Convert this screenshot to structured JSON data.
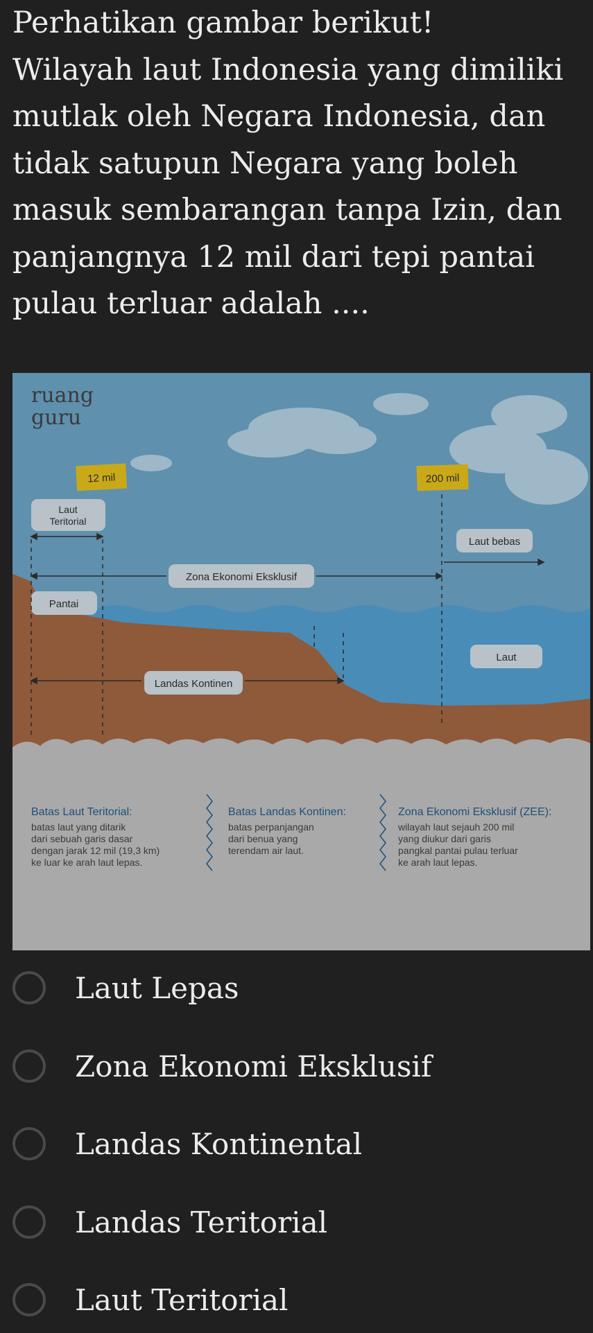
{
  "question": {
    "line1": "Perhatikan gambar berikut!",
    "body_lines": [
      "Wilayah laut Indonesia yang dimiliki",
      "mutlak oleh Negara Indonesia, dan",
      "tidak satupun Negara yang boleh",
      "masuk sembarangan tanpa Izin, dan",
      "panjangnya 12 mil dari tepi pantai",
      "pulau terluar adalah ...."
    ]
  },
  "figure": {
    "logo_line1": "ruang",
    "logo_line2": "guru",
    "labels": {
      "mil12": "12 mil",
      "mil200": "200 mil",
      "laut_teritorial_1": "Laut",
      "laut_teritorial_2": "Teritorial",
      "laut_bebas": "Laut bebas",
      "zee": "Zona Ekonomi Eksklusif",
      "pantai": "Pantai",
      "laut": "Laut",
      "landas": "Landas Kontinen"
    },
    "legend": [
      {
        "title": "Batas Laut Teritorial:",
        "lines": [
          "batas laut yang ditarik",
          "dari sebuah garis dasar",
          "dengan jarak 12 mil (19,3 km)",
          "ke luar ke arah laut lepas."
        ]
      },
      {
        "title": "Batas Landas Kontinen:",
        "lines": [
          "batas perpanjangan",
          "dari benua yang",
          "terendam air laut."
        ]
      },
      {
        "title": "Zona Ekonomi Eksklusif (ZEE):",
        "lines": [
          "wilayah laut sejauh 200 mil",
          "yang diukur dari garis",
          "pangkal pantai pulau terluar",
          "ke arah laut lepas."
        ]
      }
    ],
    "colors": {
      "sky": "#5f90ae",
      "sea": "#4a8cb8",
      "land": "#8e5a3a",
      "paper": "#a9a9a9",
      "tag": "#c9a918"
    }
  },
  "options": [
    {
      "label": "Laut Lepas"
    },
    {
      "label": "Zona Ekonomi Eksklusif"
    },
    {
      "label": "Landas Kontinental"
    },
    {
      "label": "Landas Teritorial"
    },
    {
      "label": "Laut Teritorial"
    }
  ]
}
